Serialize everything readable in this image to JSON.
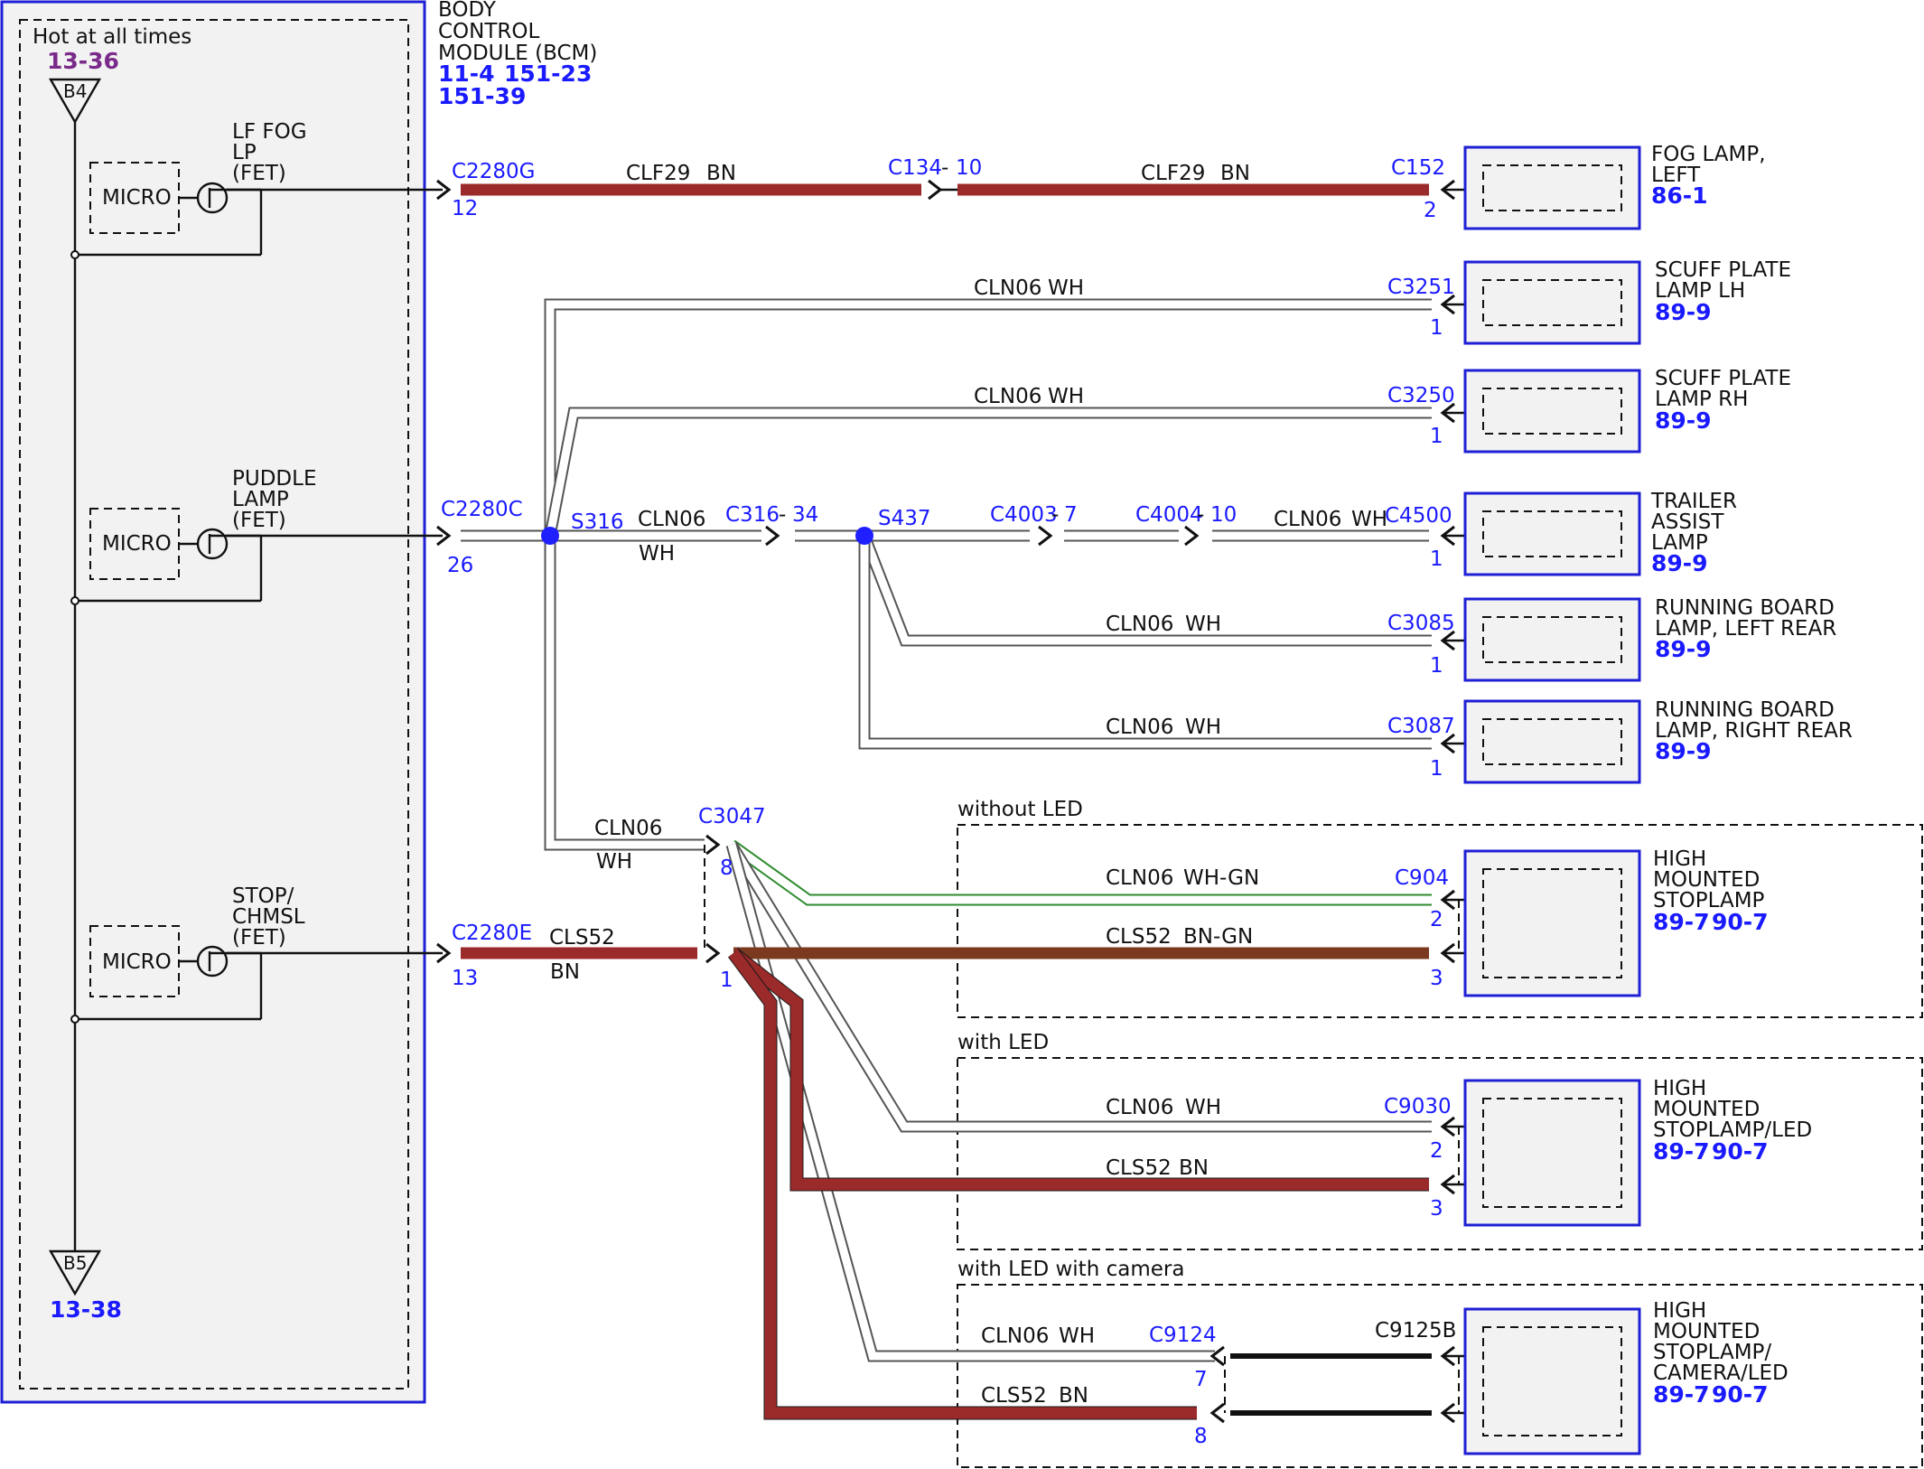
{
  "bcm": {
    "title_line1": "BODY",
    "title_line2": "CONTROL",
    "title_line3": "MODULE (BCM)",
    "ref1": "11-4",
    "ref2": "151-23",
    "ref3": "151-39",
    "hot_label": "Hot at all times",
    "hot_ref": "13-36",
    "b4": "B4",
    "b5": "B5",
    "ground_ref": "13-38",
    "micro": "MICRO",
    "fet1_l1": "LF FOG",
    "fet1_l2": "LP",
    "fet1_l3": "(FET)",
    "fet2_l1": "PUDDLE",
    "fet2_l2": "LAMP",
    "fet2_l3": "(FET)",
    "fet3_l1": "STOP/",
    "fet3_l2": "CHMSL",
    "fet3_l3": "(FET)"
  },
  "connectors": {
    "c2280g": "C2280G",
    "c2280g_pin": "12",
    "c2280c": "C2280C",
    "c2280c_pin": "26",
    "c2280e": "C2280E",
    "c2280e_pin": "13",
    "c134": "C134",
    "c134_pin": "10",
    "c152": "C152",
    "c152_pin": "2",
    "c3251": "C3251",
    "c3251_pin": "1",
    "c3250": "C3250",
    "c3250_pin": "1",
    "s316": "S316",
    "c316": "C316",
    "c316_pin": "34",
    "s437": "S437",
    "c4003": "C4003",
    "c4003_pin": "7",
    "c4004": "C4004",
    "c4004_pin": "10",
    "c4500": "C4500",
    "c4500_pin": "1",
    "c3085": "C3085",
    "c3085_pin": "1",
    "c3087": "C3087",
    "c3087_pin": "1",
    "c3047": "C3047",
    "c3047_pin8": "8",
    "c3047_pin1": "1",
    "c904": "C904",
    "c904_pin2": "2",
    "c904_pin3": "3",
    "c9030": "C9030",
    "c9030_pin2": "2",
    "c9030_pin3": "3",
    "c9124": "C9124",
    "c9124_pin7": "7",
    "c9124_pin8": "8",
    "c9125b": "C9125B",
    "dash": "-"
  },
  "wires": {
    "clf29": "CLF29",
    "bn": "BN",
    "cln06": "CLN06",
    "wh": "WH",
    "cls52": "CLS52",
    "wh_gn": "WH-GN",
    "bn_gn": "BN-GN"
  },
  "sections": {
    "without_led": "without LED",
    "with_led": "with LED",
    "with_led_camera": "with LED with camera"
  },
  "components": {
    "fog_l1": "FOG LAMP,",
    "fog_l2": "LEFT",
    "fog_ref": "86-1",
    "scufflh_l1": "SCUFF PLATE",
    "scufflh_l2": "LAMP LH",
    "scufflh_ref": "89-9",
    "scuffrh_l1": "SCUFF PLATE",
    "scuffrh_l2": "LAMP RH",
    "scuffrh_ref": "89-9",
    "trailer_l1": "TRAILER",
    "trailer_l2": "ASSIST",
    "trailer_l3": "LAMP",
    "trailer_ref": "89-9",
    "rblr_l1": "RUNNING BOARD",
    "rblr_l2": "LAMP, LEFT REAR",
    "rblr_ref": "89-9",
    "rbrr_l1": "RUNNING BOARD",
    "rbrr_l2": "LAMP, RIGHT REAR",
    "rbrr_ref": "89-9",
    "hms1_l1": "HIGH",
    "hms1_l2": "MOUNTED",
    "hms1_l3": "STOPLAMP",
    "hms1_ref1": "89-7",
    "hms1_ref2": "90-7",
    "hms2_l1": "HIGH",
    "hms2_l2": "MOUNTED",
    "hms2_l3": "STOPLAMP/LED",
    "hms2_ref1": "89-7",
    "hms2_ref2": "90-7",
    "hms3_l1": "HIGH",
    "hms3_l2": "MOUNTED",
    "hms3_l3": "STOPLAMP/",
    "hms3_l4": "CAMERA/LED",
    "hms3_ref1": "89-7",
    "hms3_ref2": "90-7"
  },
  "colors": {
    "module_border": "#1f1fd6",
    "wire_brown": "#9b2a2a",
    "wire_green": "#2e8b2e",
    "label_blue": "#1a1aff",
    "ref_purple": "#7a2a8a"
  }
}
